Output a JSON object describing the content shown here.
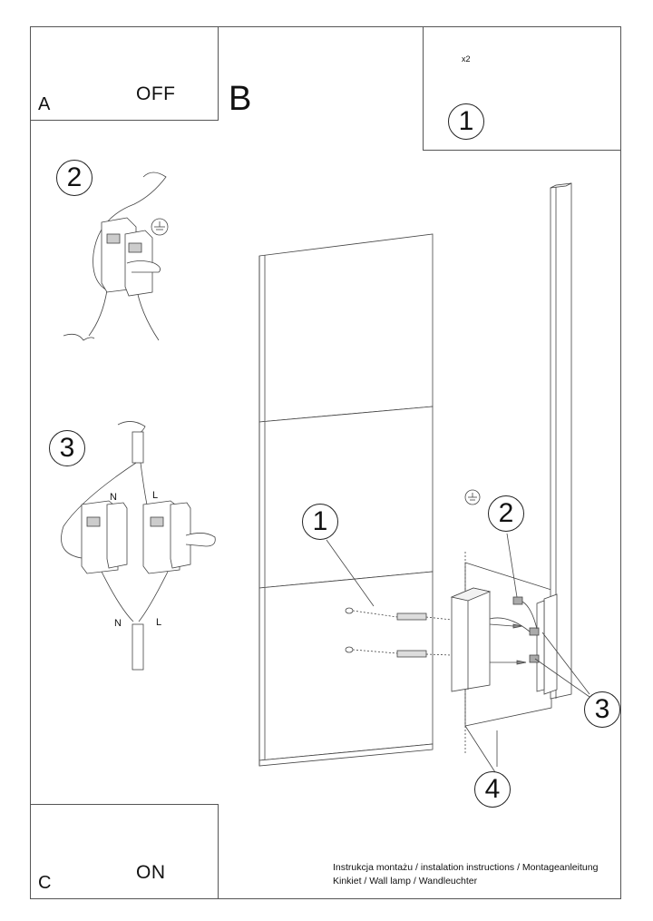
{
  "panels": {
    "a": {
      "letter": "A",
      "action": "OFF"
    },
    "b": {
      "letter": "B"
    },
    "c": {
      "letter": "C",
      "action": "ON"
    }
  },
  "tools": {
    "step": "1",
    "quantity": "x2"
  },
  "wiring": {
    "step2": "2",
    "step3": "3",
    "upper_labels": {
      "neutral": "N",
      "live": "L"
    },
    "lower_labels": {
      "neutral": "N",
      "live": "L"
    }
  },
  "mounting_callouts": [
    "1",
    "2",
    "3",
    "4"
  ],
  "caption": {
    "line1": "Instrukcja montażu / instalation instructions / Montageanleitung",
    "line2": "Kinkiet / Wall lamp / Wandleuchter"
  },
  "icons": [
    "circuit-breaker-icon",
    "hand-icon",
    "rotate-arrow-icon",
    "drill-icon",
    "wall-plug-icon",
    "screw-icon",
    "ground-symbol-icon",
    "terminal-block-icon"
  ]
}
